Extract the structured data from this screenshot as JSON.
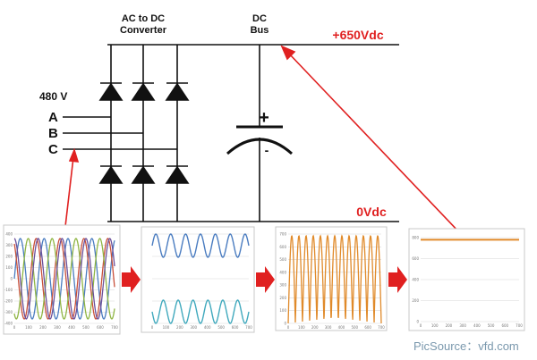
{
  "labels": {
    "ac_dc_line1": "AC to DC",
    "ac_dc_line2": "Converter",
    "dc_line1": "DC",
    "dc_line2": "Bus",
    "voltage_top": "+650Vdc",
    "voltage_bottom": "0Vdc",
    "input_voltage": "480 V",
    "phase_a": "A",
    "phase_b": "B",
    "phase_c": "C",
    "cap_plus": "+",
    "cap_minus": "-"
  },
  "watermark": "PicSource：vfd.com",
  "colors": {
    "line": "#111111",
    "arrow": "#e02020",
    "phase_a": "#4a7cc0",
    "phase_b": "#c9503a",
    "phase_c": "#8fb543",
    "phase_d": "#6a4f9a",
    "panel2_top": "#4a7cc0",
    "panel2_bottom": "#40a9bd",
    "rectified": "#e08a2a",
    "dc": "#e08a2a"
  },
  "panels": [
    {
      "name": "three-phase-ac",
      "y_ticks": [
        "400",
        "300",
        "200",
        "100",
        "0",
        "-100",
        "-200",
        "-300",
        "-400"
      ],
      "x_ticks": [
        "0",
        "100",
        "200",
        "300",
        "400",
        "500",
        "600",
        "700"
      ]
    },
    {
      "name": "rectified-pulses",
      "y_ticks": [],
      "x_ticks": [
        "0",
        "100",
        "200",
        "300",
        "400",
        "500",
        "600",
        "700"
      ]
    },
    {
      "name": "full-wave-rectified",
      "y_ticks": [
        "700",
        "600",
        "500",
        "400",
        "300",
        "200",
        "100",
        "0"
      ],
      "x_ticks": [
        "0",
        "100",
        "200",
        "300",
        "400",
        "500",
        "600",
        "700"
      ]
    },
    {
      "name": "dc-bus-output",
      "y_ticks": [
        "800",
        "600",
        "400",
        "200",
        "0"
      ],
      "x_ticks": [
        "0",
        "100",
        "200",
        "300",
        "400",
        "500",
        "600",
        "700"
      ]
    }
  ]
}
